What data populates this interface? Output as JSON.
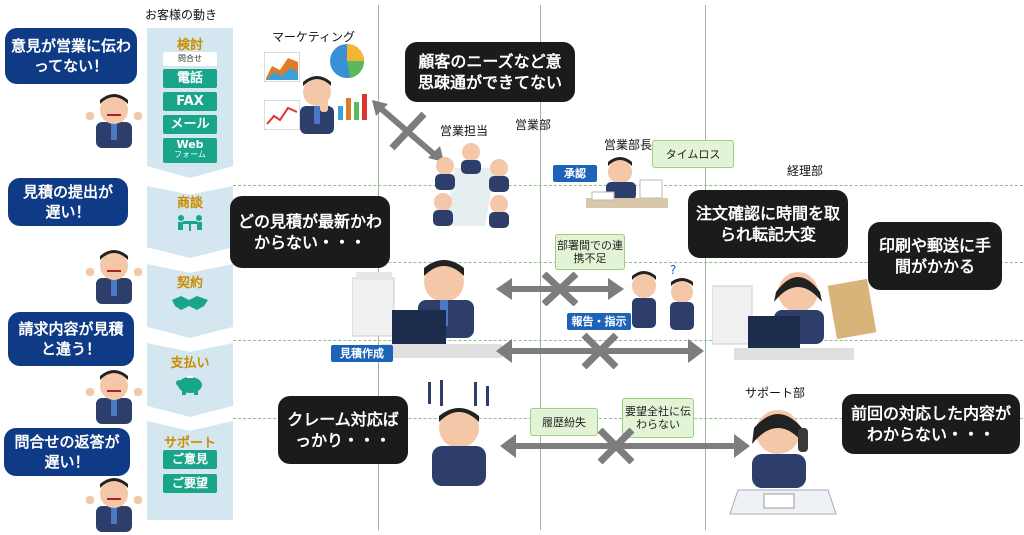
{
  "customer_flow": {
    "heading": "お客様の動き",
    "stages": [
      {
        "label": "検討"
      },
      {
        "label": "商談"
      },
      {
        "label": "契約"
      },
      {
        "label": "支払い"
      },
      {
        "label": "サポート"
      }
    ],
    "review_channels": {
      "header": "問合せ",
      "items": [
        "電話",
        "FAX",
        "メール"
      ],
      "web_main": "Web",
      "web_sub": "フォーム"
    },
    "support_items": [
      "ご意見",
      "ご要望"
    ]
  },
  "customer_complaints": [
    "意見が営業に伝わってない！",
    "見積の提出が遅い！",
    "請求内容が見積と違う！",
    "問合せの返答が遅い！"
  ],
  "departments": {
    "marketing": "マーケティング",
    "sales_rep": "営業担当",
    "sales_dept": "営業部",
    "sales_manager": "営業部長",
    "accounting": "経理部",
    "support": "サポート部"
  },
  "problem_bubbles": {
    "marketing_gap": "顧客のニーズなど意思疎通ができてない",
    "which_quote": "どの見積が最新かわからない・・・",
    "order_confirm": "注文確認に時間を取られ転記大変",
    "printing": "印刷や郵送に手間がかかる",
    "claims": "クレーム対応ばっかり・・・",
    "previous": "前回の対応した内容がわからない・・・"
  },
  "notes": {
    "time_loss": "タイムロス",
    "interdept": "部署間での連携不足",
    "history_lost": "履歴紛失",
    "requests": "要望全社に伝わらない"
  },
  "tags": {
    "approval": "承認",
    "quote_creation": "見積作成",
    "report": "報告・指示"
  },
  "colors": {
    "flow_bg": "#d4e6ef",
    "stage_text": "#c98d00",
    "channel_box": "#18a58a",
    "bubble_dark": "#1b1b1b",
    "bubble_blue": "#0f3a86",
    "note_bg": "#e3f4d6",
    "tag_blue": "#1d63b8",
    "arrow_gray": "#7d7d7d"
  }
}
